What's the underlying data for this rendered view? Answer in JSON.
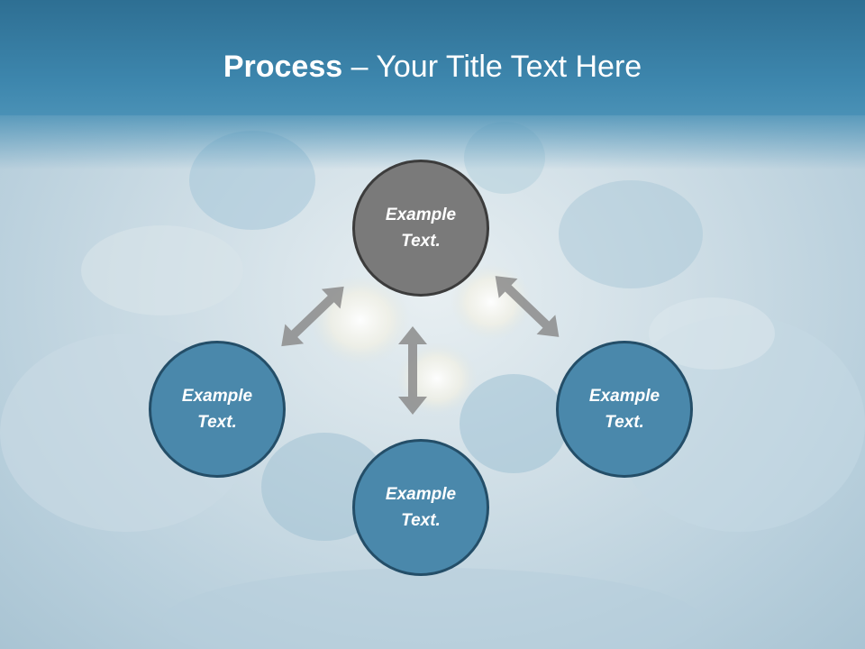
{
  "title": {
    "bold": "Process",
    "rest": " – Your Title Text Here"
  },
  "nodes": [
    {
      "label": "Example\nText.",
      "fill": "#7a7a7a"
    },
    {
      "label": "Example\nText.",
      "fill": "#4a88ab"
    },
    {
      "label": "Example\nText.",
      "fill": "#4a88ab"
    },
    {
      "label": "Example\nText.",
      "fill": "#4a88ab"
    }
  ],
  "colors": {
    "header": "#3d86ad",
    "arrow": "#8c8c8c",
    "node_border": "#244e68"
  }
}
